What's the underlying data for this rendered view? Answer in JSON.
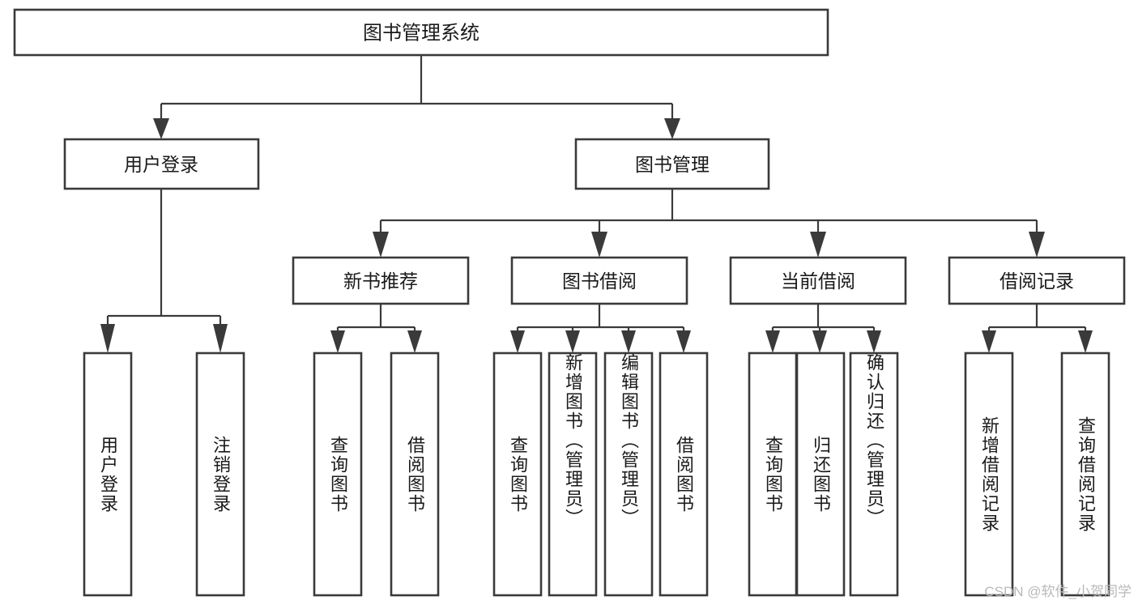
{
  "diagram": {
    "type": "tree-hierarchy-chart",
    "title": "图书管理系统",
    "orientation": "top-down",
    "colors": {
      "box_stroke": "#3a3a3a",
      "box_fill": "#ffffff",
      "connector": "#3a3a3a",
      "text": "#1a1a1a",
      "background": "#ffffff",
      "watermark": "#b9b9b9"
    }
  },
  "root": {
    "label": "图书管理系统"
  },
  "level2": [
    {
      "label": "用户登录"
    },
    {
      "label": "图书管理"
    }
  ],
  "level3": [
    {
      "label": "新书推荐"
    },
    {
      "label": "图书借阅"
    },
    {
      "label": "当前借阅"
    },
    {
      "label": "借阅记录"
    }
  ],
  "leaves": {
    "user_login": [
      {
        "label": "用户登录"
      },
      {
        "label": "注销登录"
      }
    ],
    "new_book_recommend": [
      {
        "label": "查询图书"
      },
      {
        "label": "借阅图书"
      }
    ],
    "book_borrow": [
      {
        "label": "查询图书"
      },
      {
        "label": "新增图书（管理员）"
      },
      {
        "label": "编辑图书（管理员）"
      },
      {
        "label": "借阅图书"
      }
    ],
    "current_borrow": [
      {
        "label": "查询图书"
      },
      {
        "label": "归还图书"
      },
      {
        "label": "确认归还（管理员）"
      }
    ],
    "borrow_record": [
      {
        "label": "新增借阅记录"
      },
      {
        "label": "查询借阅记录"
      }
    ]
  },
  "watermark": {
    "text": "CSDN @软件_小贺同学"
  }
}
